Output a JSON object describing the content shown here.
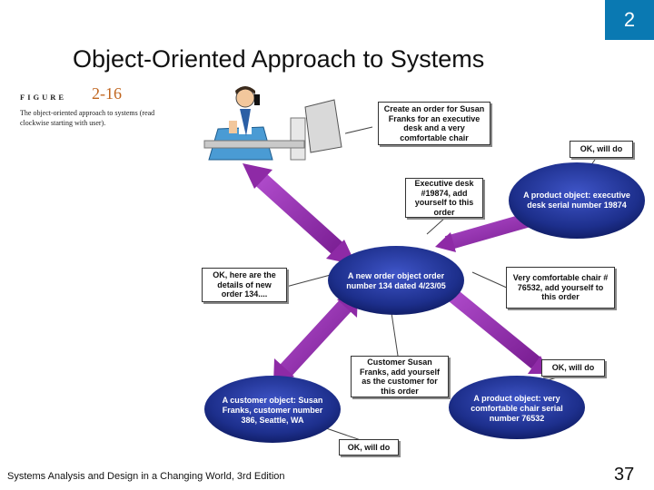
{
  "slide": {
    "chapter_number": "2",
    "title": "Object-Oriented Approach to Systems",
    "footer": "Systems Analysis and Design in a Changing World, 3rd Edition",
    "page_number": "37"
  },
  "figure": {
    "label": "FIGURE",
    "number": "2-16",
    "caption": "The object-oriented approach to systems (read clockwise starting with user)."
  },
  "objects": {
    "product_desk": "A product object: executive desk serial number 19874",
    "order": "A new order object order number 134 dated 4/23/05",
    "customer": "A customer object: Susan Franks, customer number 386, Seattle, WA",
    "product_chair": "A product object: very comfortable chair serial number 76532"
  },
  "messages": {
    "create_order": "Create an order for Susan Franks for an executive desk and a very comfortable chair",
    "ok_will_do_desk": "OK, will do",
    "add_desk": "Executive desk #19874, add yourself to this order",
    "order_details": "OK, here are the details of new order 134....",
    "add_chair": "Very comfortable chair # 76532, add yourself to this order",
    "ok_will_do_chair": "OK, will do",
    "add_customer": "Customer Susan Franks, add yourself as the customer for this order",
    "ok_will_do_customer": "OK, will do"
  },
  "colors": {
    "tab": "#0a79b2",
    "arrow": "#8e2aa6",
    "object": "#1d2f8c",
    "figure_number": "#c0651e"
  }
}
